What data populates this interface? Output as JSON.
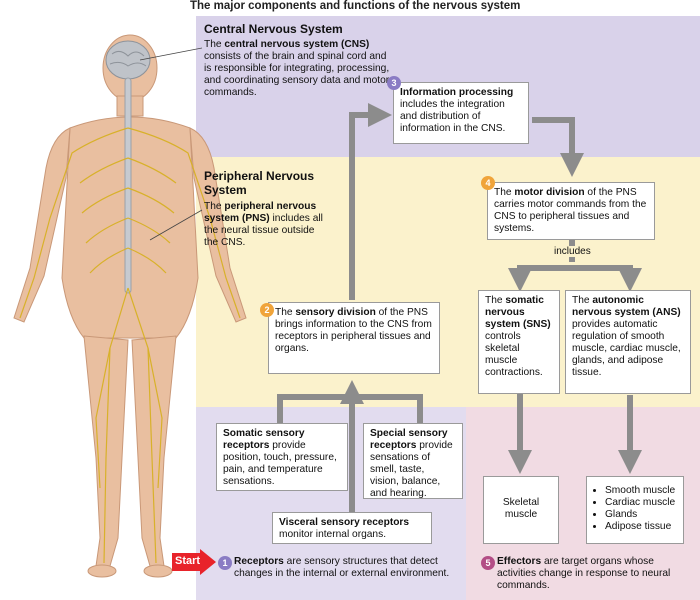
{
  "title": "The major components and functions of the nervous system",
  "cns": {
    "heading": "Central Nervous System",
    "pre": "The ",
    "bold": "central nervous system (CNS)",
    "post": " consists of the brain and spinal cord and is responsible for integrating, processing, and coordinating sensory data and motor commands."
  },
  "pns": {
    "heading_line1": "Peripheral Nervous",
    "heading_line2": "System",
    "pre": "The ",
    "bold": "peripheral nervous system (PNS)",
    "post": " includes all the neural tissue outside the CNS."
  },
  "info_processing": {
    "num": "3",
    "bold": "Information processing",
    "post": " includes the integration and distribution of information in the CNS."
  },
  "motor": {
    "num": "4",
    "pre": "The ",
    "bold": "motor division",
    "post": " of the PNS carries motor commands from the CNS to peripheral tissues and systems."
  },
  "includes_label": "includes",
  "somatic": {
    "pre": "The ",
    "bold": "somatic nervous system (SNS)",
    "post": " controls skeletal muscle contractions."
  },
  "autonomic": {
    "pre": "The ",
    "bold": "autonomic nervous system (ANS)",
    "post": " provides automatic regulation of smooth muscle, cardiac muscle, glands, and adipose tissue."
  },
  "sensory": {
    "num": "2",
    "pre": "The ",
    "bold": "sensory division",
    "post": " of the PNS brings information to the CNS from receptors in peripheral tissues and organs."
  },
  "somatic_receptors": {
    "bold": "Somatic sensory receptors",
    "post": " provide position, touch, pressure, pain, and temperature sensations."
  },
  "special_receptors": {
    "bold": "Special sensory receptors",
    "post": " provide sensations of smell, taste, vision, balance, and hearing."
  },
  "visceral_receptors": {
    "bold": "Visceral sensory receptors",
    "post": " monitor internal organs."
  },
  "skeletal_muscle": "Skeletal muscle",
  "autonomic_targets": [
    "Smooth muscle",
    "Cardiac muscle",
    "Glands",
    "Adipose tissue"
  ],
  "start_label": "Start",
  "receptors": {
    "num": "1",
    "bold": "Receptors",
    "post": " are sensory structures that detect changes in the internal or external environment."
  },
  "effectors": {
    "num": "5",
    "bold": "Effectors",
    "post": " are target organs whose activities change in response to neural commands."
  },
  "colors": {
    "cns_bg": "#d9d2ea",
    "pns_bg": "#fbf2cc",
    "receptor_bg": "#e2dcef",
    "effector_bg": "#f1dbe3",
    "arrow": "#8c8c8c",
    "start": "#e8232a",
    "skin": "#e9bfa0",
    "nerve": "#d8b12a"
  }
}
